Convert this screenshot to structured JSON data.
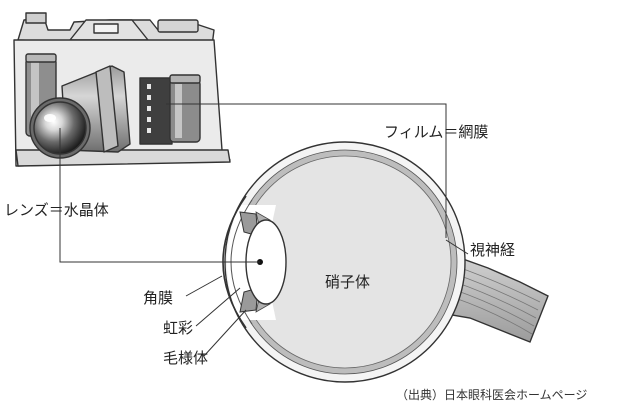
{
  "labels": {
    "film_retina": "フィルム＝網膜",
    "lens_crystalline": "レンズ＝水晶体",
    "optic_nerve": "視神経",
    "vitreous_body": "硝子体",
    "cornea": "角膜",
    "iris": "虹彩",
    "ciliary_body": "毛様体"
  },
  "source_note": "（出典）日本眼科医会ホームページ",
  "icons": [
    "camera-illustration",
    "eye-cross-section"
  ],
  "colors": {
    "line": "#333333",
    "camera_body": "#e9e9e9",
    "eye_fill": "#e4e4e4",
    "retina_band": "#bdbdbd"
  }
}
